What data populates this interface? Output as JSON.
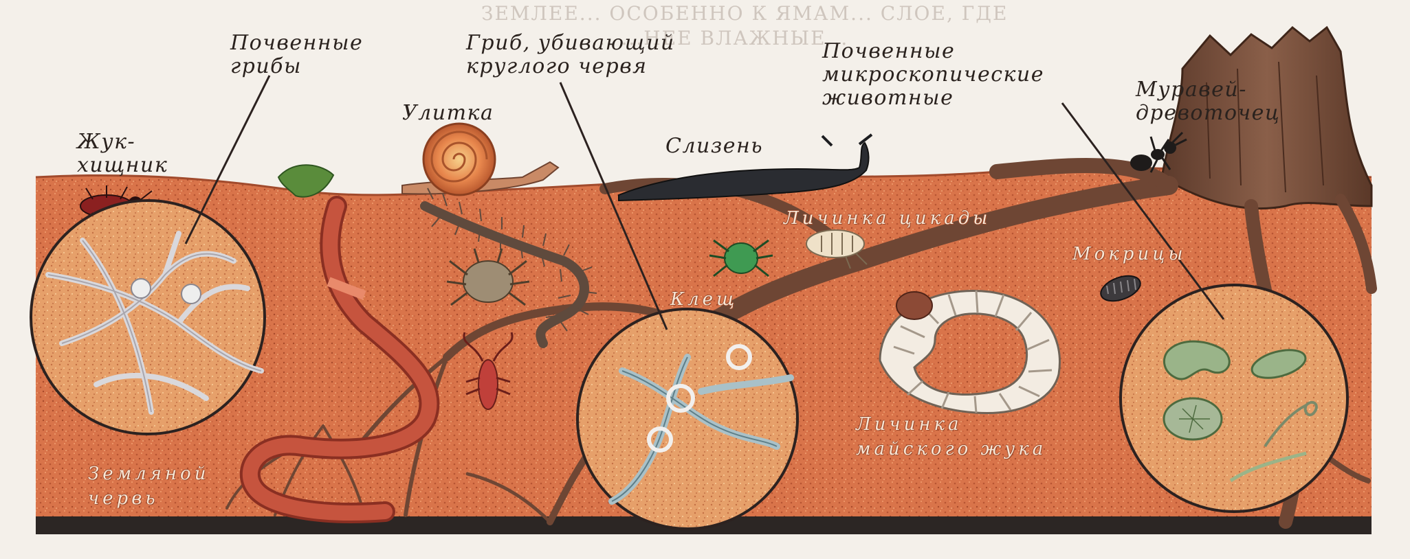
{
  "labels": {
    "soil_fungi": "Почвенные\nгрибы",
    "nematode_fungus": "Гриб, убивающий\nкруглого червя",
    "micro_animals": "Почвенные\nмикроскопические\nживотные",
    "predator_beetle": "Жук-\nхищник",
    "snail": "Улитка",
    "slug": "Слизень",
    "carpenter_ant": "Муравей-\nдревоточец",
    "cicada_larva": "Личинка цикады",
    "woodlice": "Мокрицы",
    "tick": "Клещ",
    "cockchafer_larva": "Личинка\nмайского жука",
    "earthworm": "Земляной\nчервь"
  },
  "bleed_through": {
    "line1": "ЗЕМЛЕЕ... ОСОБЕННО К ЯМАМ... СЛОЕ, ГДЕ",
    "line2": "... ...НЕЕ ВЛАЖНЫЕ..."
  },
  "colors": {
    "soil": "#d9744a",
    "soil_dark": "#b85533",
    "root": "#6e4634",
    "background": "#f4f0ea",
    "ground_line": "#2c2624"
  }
}
